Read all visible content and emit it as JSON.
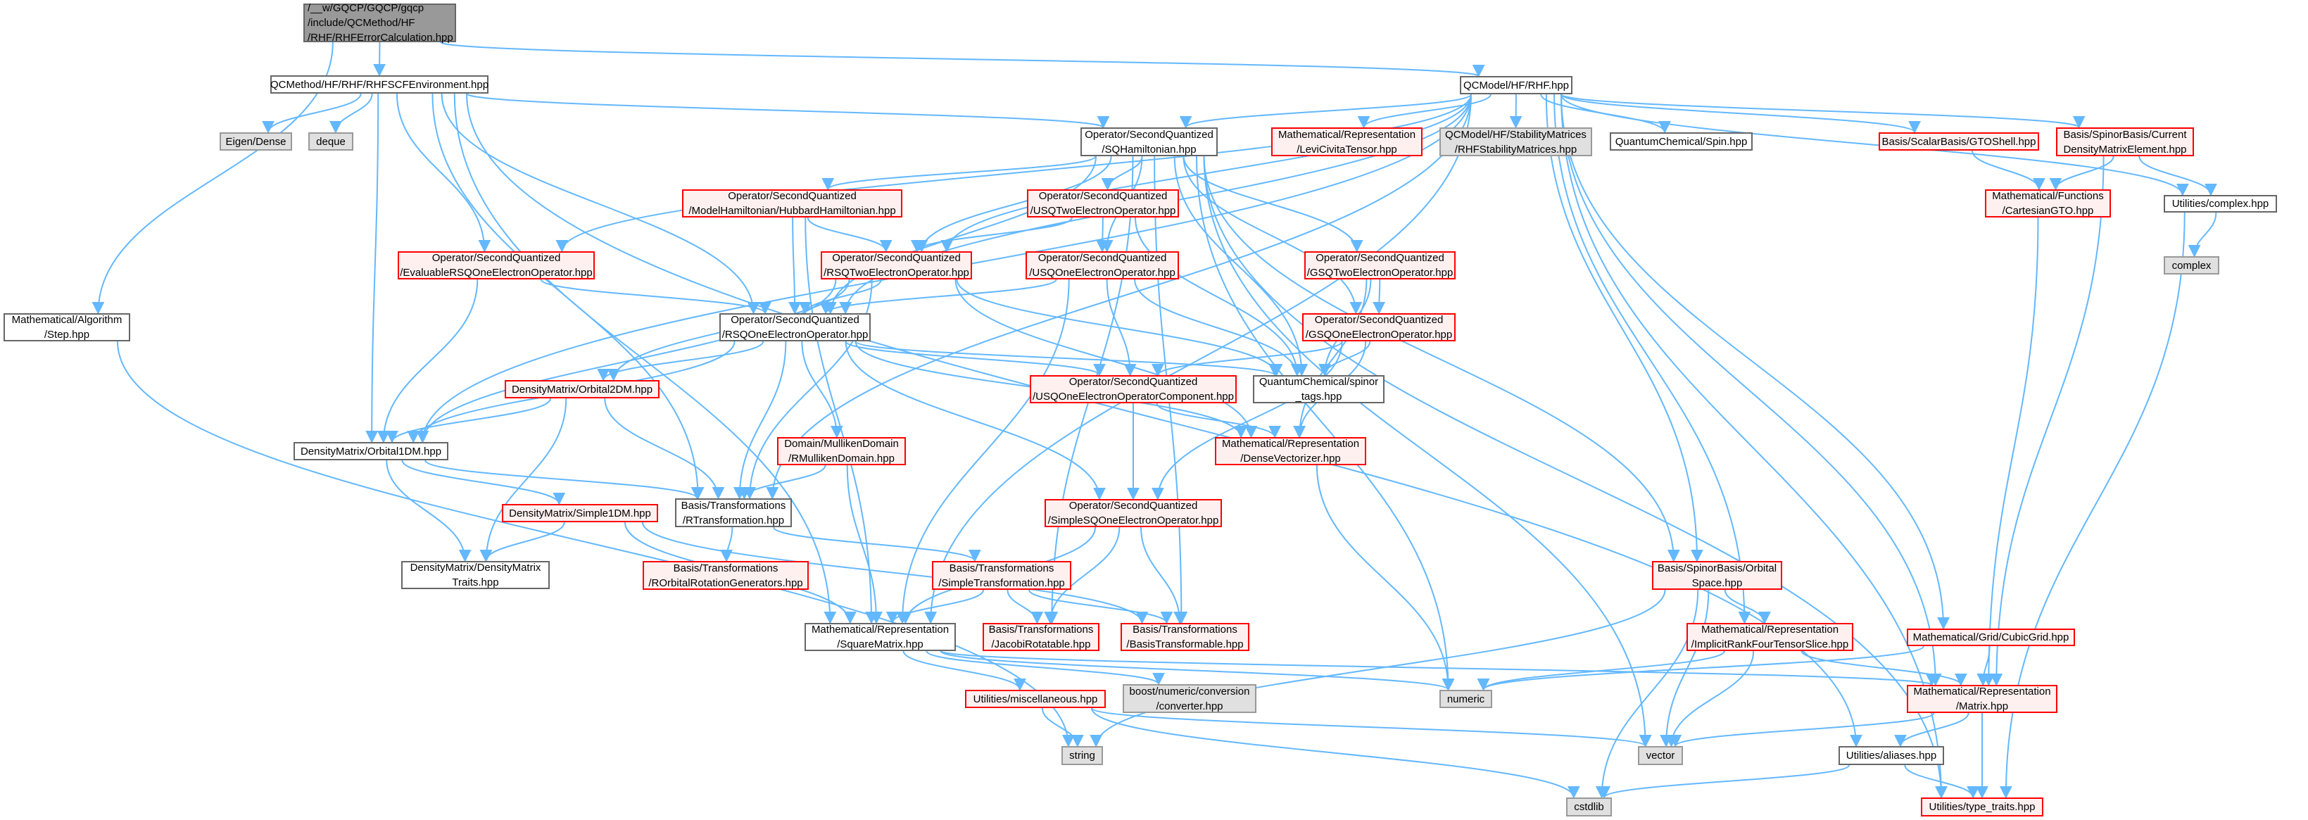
{
  "graph": {
    "edge_color": "#63b8ff",
    "nodes": [
      {
        "id": "root",
        "label": "/__w/GQCP/GQCP/gqcp\n/include/QCMethod/HF\n/RHF/RHFErrorCalculation.hpp",
        "kind": "root"
      },
      {
        "id": "rhfscf",
        "label": "QCMethod/HF/RHF/RHFSCFEnvironment.hpp",
        "kind": "normal"
      },
      {
        "id": "rhf",
        "label": "QCModel/HF/RHF.hpp",
        "kind": "normal"
      },
      {
        "id": "eigen",
        "label": "Eigen/Dense",
        "kind": "ext"
      },
      {
        "id": "deque",
        "label": "deque",
        "kind": "ext"
      },
      {
        "id": "sqham",
        "label": "Operator/SecondQuantized\n/SQHamiltonian.hpp",
        "kind": "normal"
      },
      {
        "id": "levi",
        "label": "Mathematical/Representation\n/LeviCivitaTensor.hpp",
        "kind": "red"
      },
      {
        "id": "stab",
        "label": "QCModel/HF/StabilityMatrices\n/RHFStabilityMatrices.hpp",
        "kind": "ext"
      },
      {
        "id": "spin",
        "label": "QuantumChemical/Spin.hpp",
        "kind": "normal"
      },
      {
        "id": "gto",
        "label": "Basis/ScalarBasis/GTOShell.hpp",
        "kind": "red"
      },
      {
        "id": "cdme",
        "label": "Basis/SpinorBasis/Current\nDensityMatrixElement.hpp",
        "kind": "red"
      },
      {
        "id": "hub",
        "label": "Operator/SecondQuantized\n/ModelHamiltonian/HubbardHamiltonian.hpp",
        "kind": "red"
      },
      {
        "id": "usq2",
        "label": "Operator/SecondQuantized\n/USQTwoElectronOperator.hpp",
        "kind": "red"
      },
      {
        "id": "cart",
        "label": "Mathematical/Functions\n/CartesianGTO.hpp",
        "kind": "red"
      },
      {
        "id": "complexhpp",
        "label": "Utilities/complex.hpp",
        "kind": "normal"
      },
      {
        "id": "complex",
        "label": "complex",
        "kind": "ext"
      },
      {
        "id": "eval",
        "label": "Operator/SecondQuantized\n/EvaluableRSQOneElectronOperator.hpp",
        "kind": "red"
      },
      {
        "id": "rsq2",
        "label": "Operator/SecondQuantized\n/RSQTwoElectronOperator.hpp",
        "kind": "red"
      },
      {
        "id": "usq1",
        "label": "Operator/SecondQuantized\n/USQOneElectronOperator.hpp",
        "kind": "red"
      },
      {
        "id": "gsq2",
        "label": "Operator/SecondQuantized\n/GSQTwoElectronOperator.hpp",
        "kind": "red"
      },
      {
        "id": "step",
        "label": "Mathematical/Algorithm\n/Step.hpp",
        "kind": "normal"
      },
      {
        "id": "rsq1",
        "label": "Operator/SecondQuantized\n/RSQOneElectronOperator.hpp",
        "kind": "normal"
      },
      {
        "id": "gsq1",
        "label": "Operator/SecondQuantized\n/GSQOneElectronOperator.hpp",
        "kind": "red"
      },
      {
        "id": "orb2",
        "label": "DensityMatrix/Orbital2DM.hpp",
        "kind": "red"
      },
      {
        "id": "usq1comp",
        "label": "Operator/SecondQuantized\n/USQOneElectronOperatorComponent.hpp",
        "kind": "red"
      },
      {
        "id": "spinor",
        "label": "QuantumChemical/spinor\n_tags.hpp",
        "kind": "normal"
      },
      {
        "id": "orb1",
        "label": "DensityMatrix/Orbital1DM.hpp",
        "kind": "normal"
      },
      {
        "id": "mull",
        "label": "Domain/MullikenDomain\n/RMullikenDomain.hpp",
        "kind": "red"
      },
      {
        "id": "densevec",
        "label": "Mathematical/Representation\n/DenseVectorizer.hpp",
        "kind": "red"
      },
      {
        "id": "simple1dm",
        "label": "DensityMatrix/Simple1DM.hpp",
        "kind": "red"
      },
      {
        "id": "rtrans",
        "label": "Basis/Transformations\n/RTransformation.hpp",
        "kind": "normal"
      },
      {
        "id": "ssq1",
        "label": "Operator/SecondQuantized\n/SimpleSQOneElectronOperator.hpp",
        "kind": "red"
      },
      {
        "id": "dmtraits",
        "label": "DensityMatrix/DensityMatrix\nTraits.hpp",
        "kind": "normal"
      },
      {
        "id": "rorbgen",
        "label": "Basis/Transformations\n/ROrbitalRotationGenerators.hpp",
        "kind": "red"
      },
      {
        "id": "simpletrans",
        "label": "Basis/Transformations\n/SimpleTransformation.hpp",
        "kind": "red"
      },
      {
        "id": "orbspace",
        "label": "Basis/SpinorBasis/Orbital\nSpace.hpp",
        "kind": "red"
      },
      {
        "id": "sqmat",
        "label": "Mathematical/Representation\n/SquareMatrix.hpp",
        "kind": "normal"
      },
      {
        "id": "jacobi",
        "label": "Basis/Transformations\n/JacobiRotatable.hpp",
        "kind": "red"
      },
      {
        "id": "btrans",
        "label": "Basis/Transformations\n/BasisTransformable.hpp",
        "kind": "red"
      },
      {
        "id": "implicit",
        "label": "Mathematical/Representation\n/ImplicitRankFourTensorSlice.hpp",
        "kind": "red"
      },
      {
        "id": "cubic",
        "label": "Mathematical/Grid/CubicGrid.hpp",
        "kind": "red"
      },
      {
        "id": "misc",
        "label": "Utilities/miscellaneous.hpp",
        "kind": "red"
      },
      {
        "id": "boost",
        "label": "boost/numeric/conversion\n/converter.hpp",
        "kind": "ext"
      },
      {
        "id": "numeric",
        "label": "numeric",
        "kind": "ext"
      },
      {
        "id": "matrix",
        "label": "Mathematical/Representation\n/Matrix.hpp",
        "kind": "red"
      },
      {
        "id": "string",
        "label": "string",
        "kind": "ext"
      },
      {
        "id": "vector",
        "label": "vector",
        "kind": "ext"
      },
      {
        "id": "aliases",
        "label": "Utilities/aliases.hpp",
        "kind": "normal"
      },
      {
        "id": "cstdlib",
        "label": "cstdlib",
        "kind": "ext"
      },
      {
        "id": "typetraits",
        "label": "Utilities/type_traits.hpp",
        "kind": "red"
      }
    ],
    "edges": [
      [
        "root",
        "rhfscf"
      ],
      [
        "root",
        "rhf"
      ],
      [
        "root",
        "step"
      ],
      [
        "rhfscf",
        "eigen"
      ],
      [
        "rhfscf",
        "deque"
      ],
      [
        "rhfscf",
        "sqham"
      ],
      [
        "rhfscf",
        "eval"
      ],
      [
        "rhfscf",
        "rsq1"
      ],
      [
        "rhfscf",
        "orb1"
      ],
      [
        "rhfscf",
        "sqmat"
      ],
      [
        "rhfscf",
        "rtrans"
      ],
      [
        "rhfscf",
        "aliases"
      ],
      [
        "rhf",
        "sqham"
      ],
      [
        "rhf",
        "levi"
      ],
      [
        "rhf",
        "stab"
      ],
      [
        "rhf",
        "spin"
      ],
      [
        "rhf",
        "gto"
      ],
      [
        "rhf",
        "cdme"
      ],
      [
        "rhf",
        "complexhpp"
      ],
      [
        "rhf",
        "typetraits"
      ],
      [
        "rhf",
        "orbspace"
      ],
      [
        "rhf",
        "implicit"
      ],
      [
        "rhf",
        "cubic"
      ],
      [
        "rhf",
        "matrix"
      ],
      [
        "rhf",
        "rsq1"
      ],
      [
        "rhf",
        "rsq2"
      ],
      [
        "rhf",
        "eval"
      ],
      [
        "rhf",
        "orb1"
      ],
      [
        "rhf",
        "sqmat"
      ],
      [
        "rhf",
        "rtrans"
      ],
      [
        "sqham",
        "hub"
      ],
      [
        "sqham",
        "usq2"
      ],
      [
        "sqham",
        "rsq2"
      ],
      [
        "sqham",
        "usq1"
      ],
      [
        "sqham",
        "gsq2"
      ],
      [
        "sqham",
        "gsq1"
      ],
      [
        "sqham",
        "rsq1"
      ],
      [
        "sqham",
        "spinor"
      ],
      [
        "sqham",
        "jacobi"
      ],
      [
        "sqham",
        "btrans"
      ],
      [
        "sqham",
        "numeric"
      ],
      [
        "sqham",
        "vector"
      ],
      [
        "sqham",
        "typetraits"
      ],
      [
        "sqham",
        "orbspace"
      ],
      [
        "hub",
        "rsq2"
      ],
      [
        "hub",
        "rsq1"
      ],
      [
        "hub",
        "sqmat"
      ],
      [
        "usq2",
        "rsq2"
      ],
      [
        "usq2",
        "usq1"
      ],
      [
        "usq2",
        "spinor"
      ],
      [
        "rsq2",
        "rsq1"
      ],
      [
        "rsq2",
        "orb2"
      ],
      [
        "rsq2",
        "orb1"
      ],
      [
        "rsq2",
        "rtrans"
      ],
      [
        "rsq2",
        "spinor"
      ],
      [
        "rsq2",
        "densevec"
      ],
      [
        "usq1",
        "rsq1"
      ],
      [
        "usq1",
        "usq1comp"
      ],
      [
        "usq1",
        "spinor"
      ],
      [
        "usq1",
        "sqmat"
      ],
      [
        "gsq2",
        "gsq1"
      ],
      [
        "gsq2",
        "spinor"
      ],
      [
        "gsq2",
        "densevec"
      ],
      [
        "eval",
        "rsq1"
      ],
      [
        "eval",
        "orb1"
      ],
      [
        "rsq1",
        "orb2"
      ],
      [
        "rsq1",
        "orb1"
      ],
      [
        "rsq1",
        "mull"
      ],
      [
        "rsq1",
        "rtrans"
      ],
      [
        "rsq1",
        "usq1comp"
      ],
      [
        "rsq1",
        "spinor"
      ],
      [
        "rsq1",
        "densevec"
      ],
      [
        "rsq1",
        "ssq1"
      ],
      [
        "gsq1",
        "usq1comp"
      ],
      [
        "gsq1",
        "spinor"
      ],
      [
        "gsq1",
        "densevec"
      ],
      [
        "gsq1",
        "ssq1"
      ],
      [
        "orb2",
        "orb1"
      ],
      [
        "orb2",
        "rtrans"
      ],
      [
        "orb2",
        "dmtraits"
      ],
      [
        "usq1comp",
        "densevec"
      ],
      [
        "usq1comp",
        "ssq1"
      ],
      [
        "orb1",
        "simple1dm"
      ],
      [
        "orb1",
        "rtrans"
      ],
      [
        "orb1",
        "dmtraits"
      ],
      [
        "mull",
        "rtrans"
      ],
      [
        "mull",
        "sqmat"
      ],
      [
        "densevec",
        "numeric"
      ],
      [
        "rtrans",
        "rorbgen"
      ],
      [
        "rtrans",
        "simpletrans"
      ],
      [
        "simple1dm",
        "dmtraits"
      ],
      [
        "simple1dm",
        "sqmat"
      ],
      [
        "simple1dm",
        "btrans"
      ],
      [
        "ssq1",
        "sqmat"
      ],
      [
        "ssq1",
        "jacobi"
      ],
      [
        "ssq1",
        "btrans"
      ],
      [
        "simpletrans",
        "sqmat"
      ],
      [
        "simpletrans",
        "jacobi"
      ],
      [
        "simpletrans",
        "btrans"
      ],
      [
        "orbspace",
        "implicit"
      ],
      [
        "orbspace",
        "vector"
      ],
      [
        "orbspace",
        "cstdlib"
      ],
      [
        "orbspace",
        "string"
      ],
      [
        "implicit",
        "numeric"
      ],
      [
        "implicit",
        "vector"
      ],
      [
        "implicit",
        "matrix"
      ],
      [
        "cubic",
        "numeric"
      ],
      [
        "cubic",
        "matrix"
      ],
      [
        "sqmat",
        "misc"
      ],
      [
        "sqmat",
        "boost"
      ],
      [
        "sqmat",
        "numeric"
      ],
      [
        "sqmat",
        "matrix"
      ],
      [
        "misc",
        "string"
      ],
      [
        "misc",
        "cstdlib"
      ],
      [
        "misc",
        "vector"
      ],
      [
        "matrix",
        "vector"
      ],
      [
        "matrix",
        "aliases"
      ],
      [
        "matrix",
        "typetraits"
      ],
      [
        "aliases",
        "cstdlib"
      ],
      [
        "aliases",
        "typetraits"
      ],
      [
        "cdme",
        "cart"
      ],
      [
        "cdme",
        "complexhpp"
      ],
      [
        "cdme",
        "matrix"
      ],
      [
        "gto",
        "cart"
      ],
      [
        "cart",
        "matrix"
      ],
      [
        "complexhpp",
        "complex"
      ],
      [
        "complexhpp",
        "typetraits"
      ],
      [
        "step",
        "string"
      ]
    ]
  }
}
